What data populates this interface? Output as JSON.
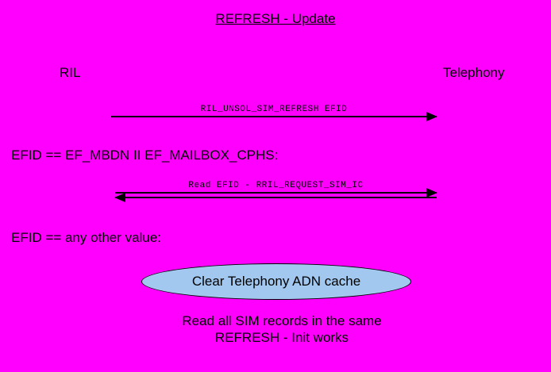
{
  "title": "REFRESH - Update",
  "actors": {
    "left": "RIL",
    "right": "Telephony"
  },
  "messages": {
    "msg1": "RIL_UNSOL_SIM_REFRESH EFID",
    "msg2": "Read EFID - RRIL_REQUEST_SIM_IC"
  },
  "conditions": {
    "cond1": "EFID == EF_MBDN II EF_MAILBOX_CPHS:",
    "cond2": "EFID == any other value:"
  },
  "ellipse": {
    "label": "Clear Telephony ADN cache"
  },
  "footer": {
    "line1": "Read all SIM records in the same",
    "line2": "REFRESH - Init works"
  },
  "colors": {
    "background": "#FF00FF",
    "ellipse_fill": "#A2C8F0",
    "text": "#000000"
  }
}
